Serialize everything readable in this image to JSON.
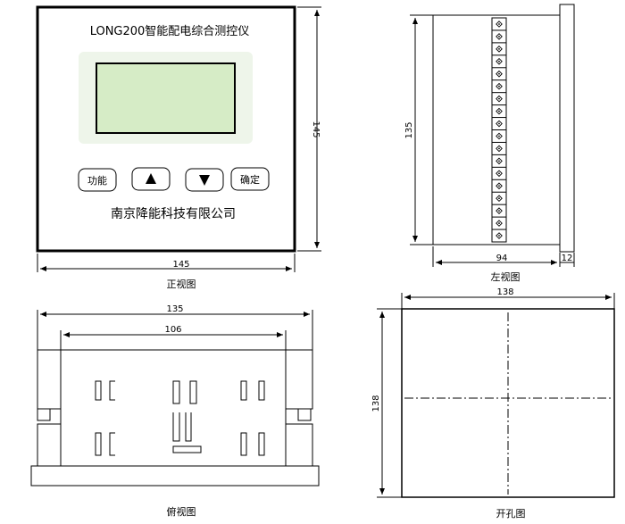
{
  "front_view": {
    "device_title": "LONG200智能配电综合测控仪",
    "buttons": {
      "function": "功能",
      "confirm": "确定"
    },
    "company": "南京降能科技有限公司",
    "dim_width": "145",
    "dim_height": "145",
    "caption": "正视图"
  },
  "side_view": {
    "dim_height": "135",
    "dim_depth": "94",
    "dim_flange": "12",
    "caption": "左视图"
  },
  "top_view": {
    "dim_outer": "135",
    "dim_inner": "106",
    "caption": "俯视图"
  },
  "cutout_view": {
    "dim_width": "138",
    "dim_height": "138",
    "caption": "开孔图"
  },
  "colors": {
    "lcd": "#d6ecc6",
    "lcd_bezel": "#eef5ea",
    "line": "#000000"
  }
}
